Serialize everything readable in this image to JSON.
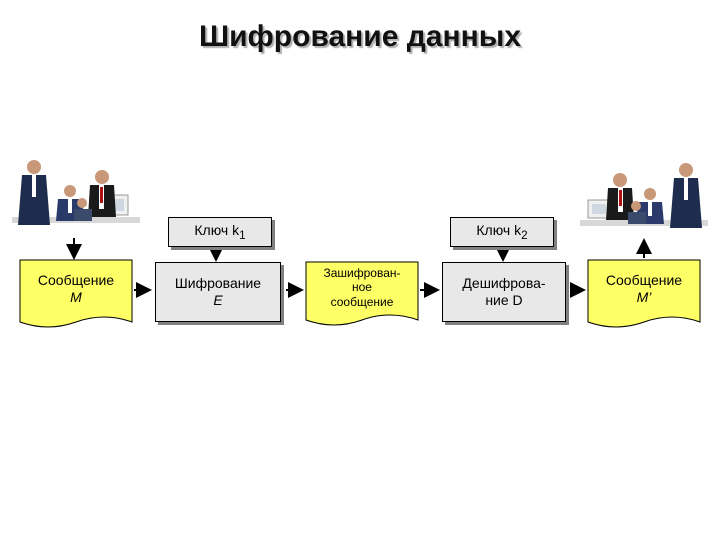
{
  "title": "Шифрование данных",
  "key1": {
    "label": "Ключ k",
    "sub": "1"
  },
  "key2": {
    "label": "Ключ k",
    "sub": "2"
  },
  "msg_in": {
    "line1": "Сообщение",
    "line2": "M"
  },
  "encrypt": {
    "line1": "Шифрование",
    "line2": "E"
  },
  "ciphertext": {
    "line1": "Зашифрован-",
    "line2": "ное",
    "line3": "сообщение"
  },
  "decrypt": {
    "line1": "Дешифрова-",
    "line2": "ние D"
  },
  "msg_out": {
    "line1": "Сообщение",
    "line2": "M’"
  },
  "colors": {
    "doc_fill": "#ffff66",
    "box_fill": "#e8e8e8",
    "line": "#000000"
  }
}
